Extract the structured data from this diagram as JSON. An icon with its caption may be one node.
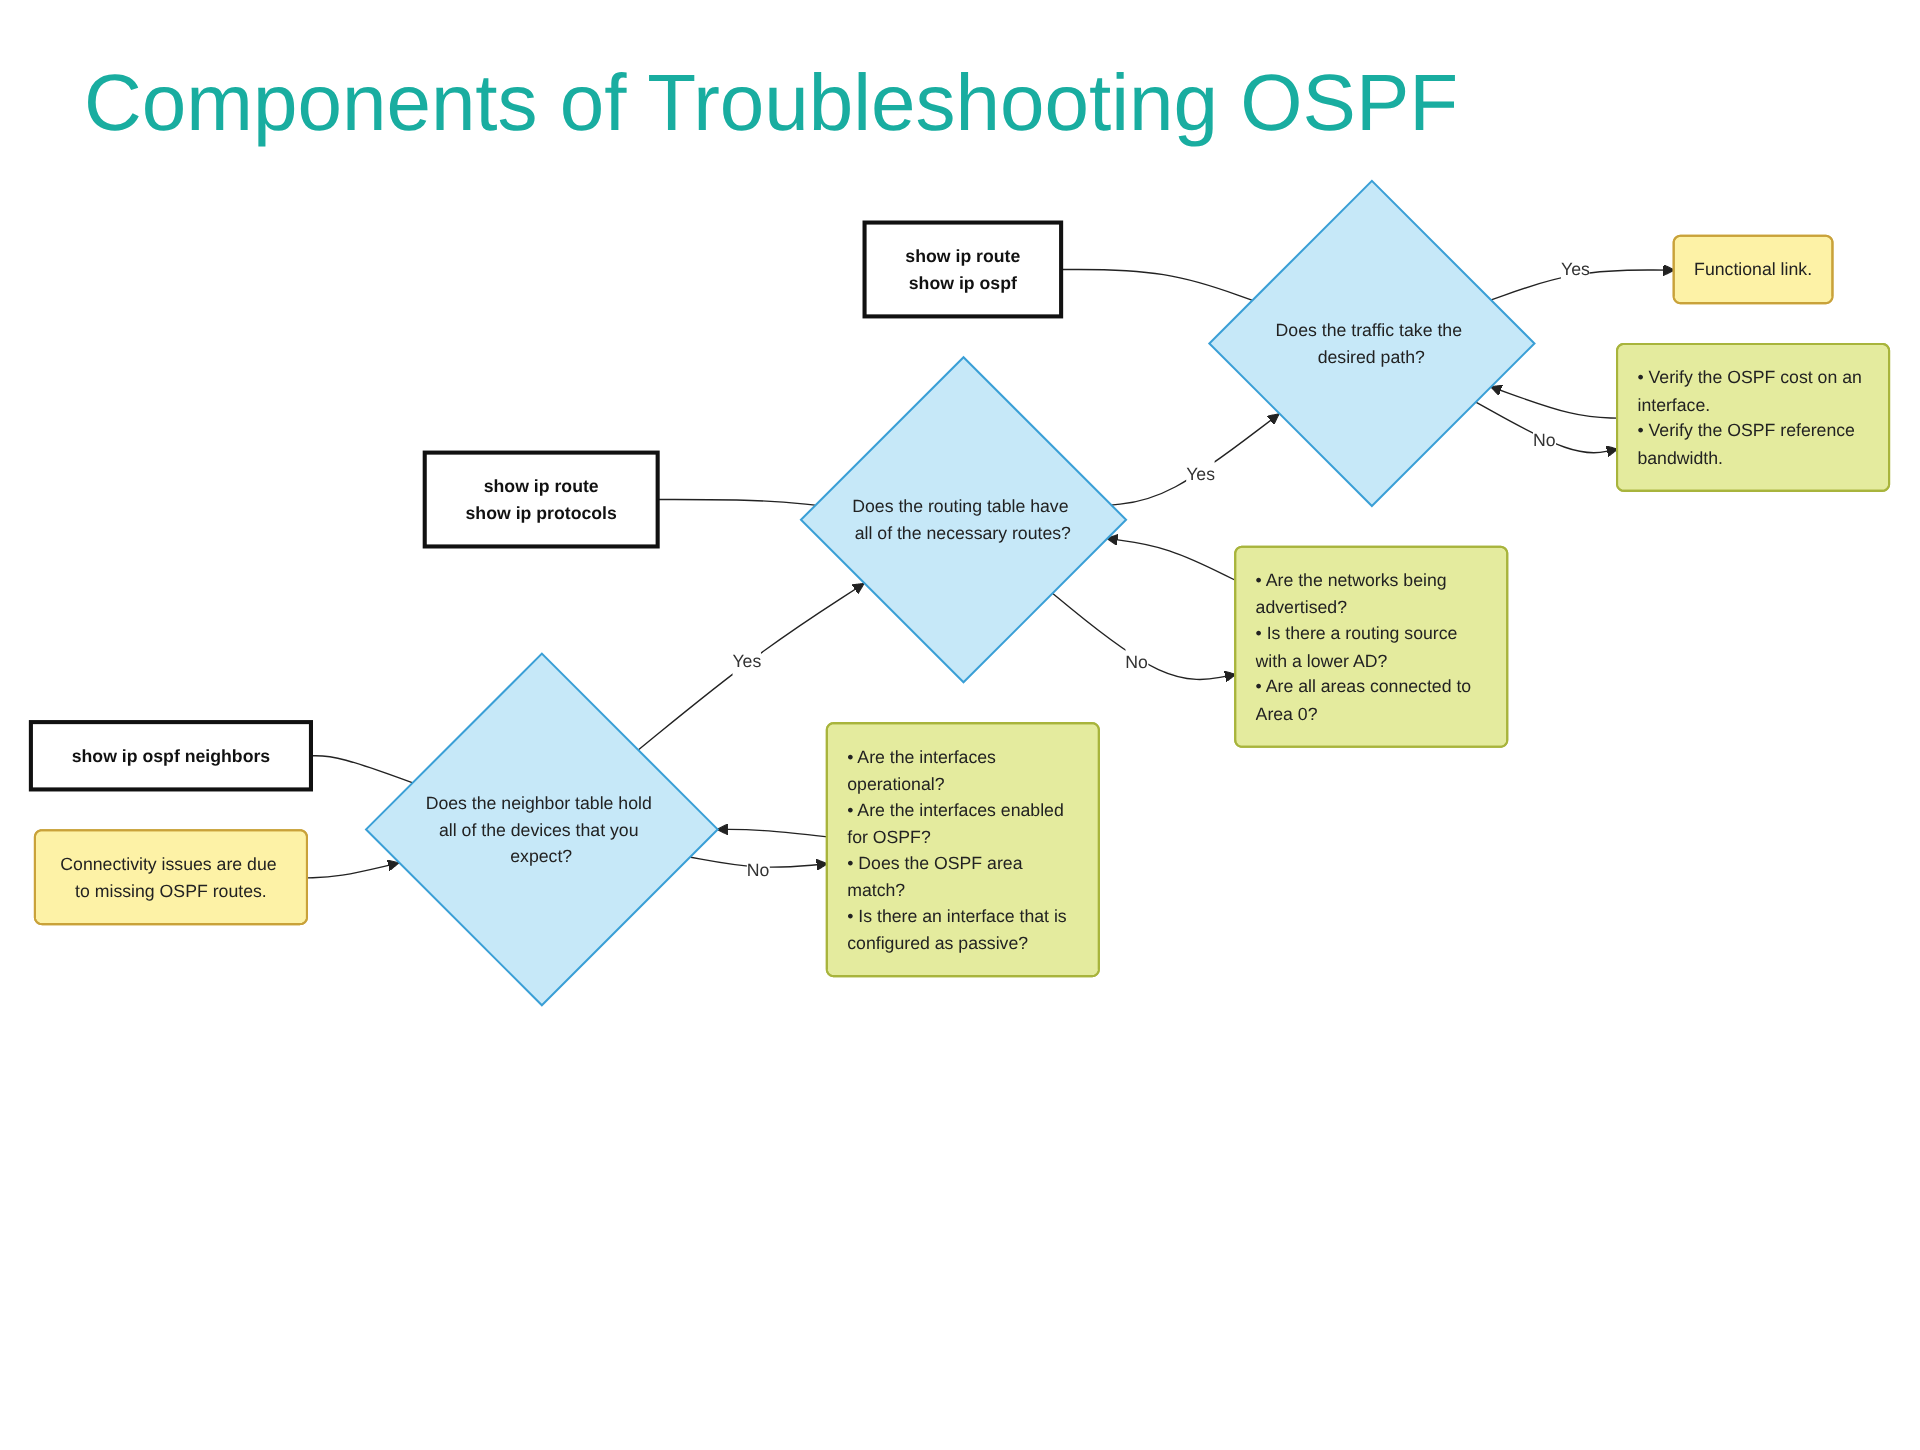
{
  "diagram": {
    "title": "Components of Troubleshooting OSPF",
    "nodes": [
      {
        "text": [
          "Connectivity issues are due to missing OSPF routes."
        ]
      },
      {
        "text": [
          "show ip ospf neighbors"
        ]
      },
      {
        "text": [
          "Does the neighbor table hold all of the devices that you expect?"
        ]
      },
      {
        "text": [
          "• Are the interfaces operational?",
          "• Are the interfaces enabled for OSPF?",
          "• Does the OSPF area match?",
          "• Is there an interface that is configured as passive?"
        ]
      },
      {
        "text": [
          "show ip route",
          "show ip protocols"
        ]
      },
      {
        "text": [
          "Does the routing table have all of the necessary routes?"
        ]
      },
      {
        "text": [
          "• Are the networks being advertised?",
          "• Is there a routing source with a lower AD?",
          "• Are all areas connected to Area 0?"
        ]
      },
      {
        "text": [
          "show ip route",
          "show ip ospf"
        ]
      },
      {
        "text": [
          "Does the traffic take the desired path?"
        ]
      },
      {
        "text": [
          "• Verify the OSPF cost on an interface.",
          "• Verify the OSPF reference bandwidth."
        ]
      },
      {
        "text": [
          "Functional link."
        ]
      }
    ],
    "edges": [
      {
        "from": 0,
        "to": 2,
        "arrow": "to"
      },
      {
        "from": 1,
        "to": 2,
        "arrow": "none"
      },
      {
        "from": 2,
        "to": 5,
        "arrow": "to",
        "label": "Yes"
      },
      {
        "from": 2,
        "to": 3,
        "arrow": "to",
        "label": "No"
      },
      {
        "from": 3,
        "to": 2,
        "arrow": "to"
      },
      {
        "from": 4,
        "to": 5,
        "arrow": "none"
      },
      {
        "from": 5,
        "to": 8,
        "arrow": "to",
        "label": "Yes"
      },
      {
        "from": 5,
        "to": 6,
        "arrow": "to",
        "label": "No"
      },
      {
        "from": 6,
        "to": 5,
        "arrow": "to"
      },
      {
        "from": 7,
        "to": 8,
        "arrow": "none"
      },
      {
        "from": 8,
        "to": 10,
        "arrow": "to",
        "label": "Yes"
      },
      {
        "from": 8,
        "to": 9,
        "arrow": "to",
        "label": "No"
      },
      {
        "from": 9,
        "to": 8,
        "arrow": "to"
      }
    ]
  }
}
